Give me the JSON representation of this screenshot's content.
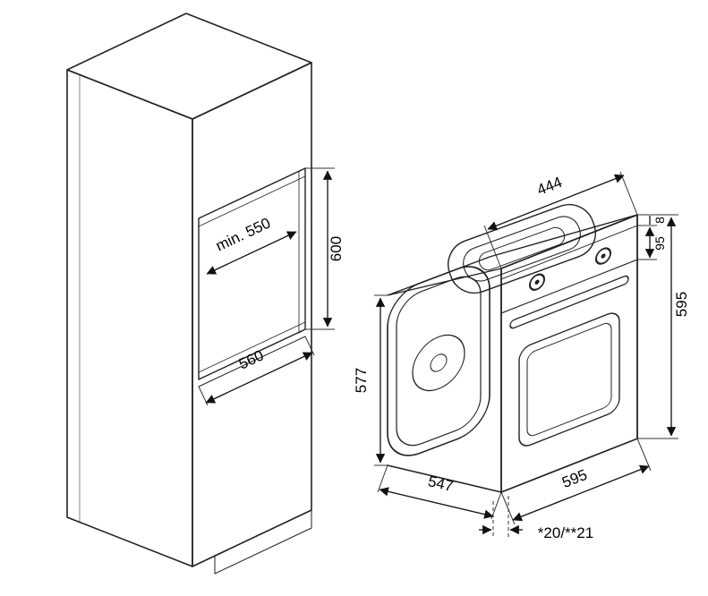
{
  "labels": {
    "niche_depth": "min. 550",
    "niche_height": "600",
    "niche_width": "560",
    "oven_top_width": "444",
    "oven_rear_height": "577",
    "oven_depth": "547",
    "oven_front_width": "595",
    "oven_front_height": "595",
    "panel_height": "95",
    "trim_height": "8",
    "door_protrusion": "*20/**21"
  },
  "colors": {
    "line": "#222222",
    "cabinet_front": "#d9d9d9",
    "cabinet_side": "#c6c6c6",
    "cabinet_top": "#ebebeb",
    "plinth": "#8e8e8e",
    "oven_front": "#d6d6d6",
    "door_window": "#c2c2c2"
  }
}
